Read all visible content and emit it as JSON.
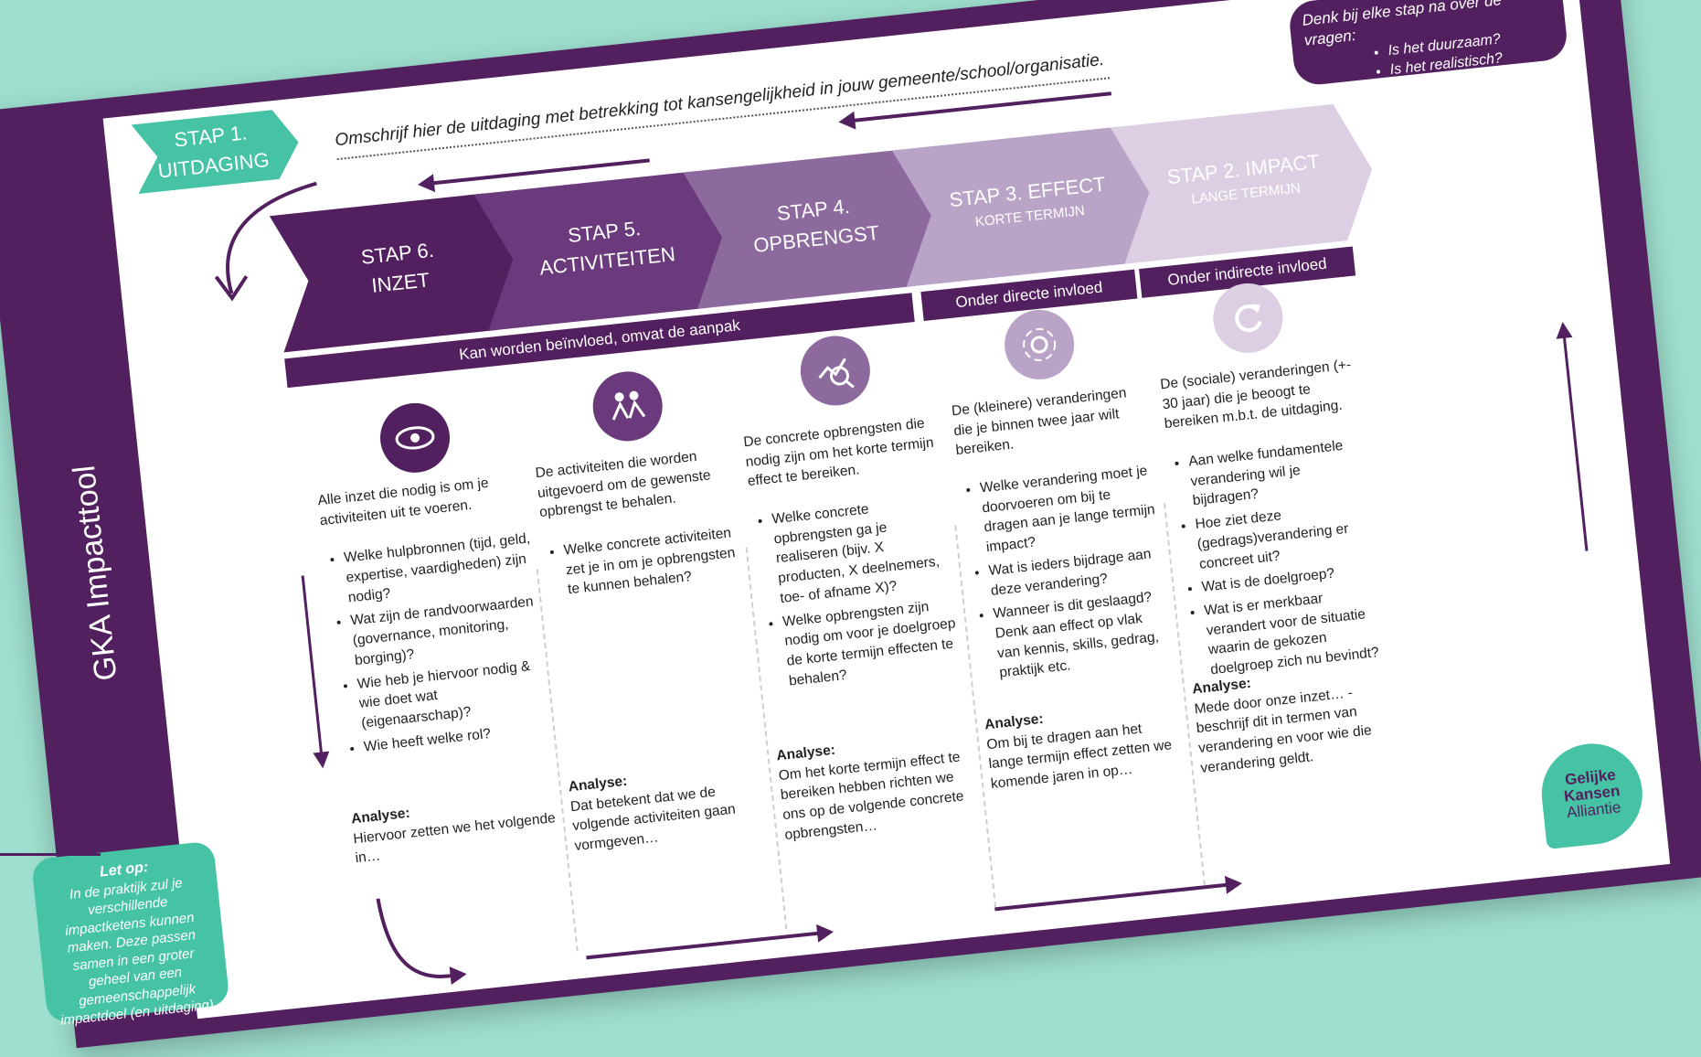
{
  "side_title": "GKA Impacttool",
  "callout": {
    "title": "Denk bij elke stap na over de vragen:",
    "items": [
      "Is het duurzaam?",
      "Is het realistisch?"
    ]
  },
  "challenge_text": "Omschrijf hier de uitdaging met betrekking tot kansengelijkheid in jouw gemeente/school/organisatie.",
  "steps": {
    "s1": {
      "title": "STAP 1.",
      "sub": "UITDAGING"
    },
    "s6": {
      "title": "STAP 6.",
      "sub": "INZET"
    },
    "s5": {
      "title": "STAP 5.",
      "sub": "ACTIVITEITEN"
    },
    "s4": {
      "title": "STAP 4.",
      "sub": "OPBRENGST"
    },
    "s3": {
      "title": "STAP 3. EFFECT",
      "sub": "KORTE TERMIJN"
    },
    "s2": {
      "title": "STAP 2. IMPACT",
      "sub": "LANGE TERMIJN"
    }
  },
  "bars": {
    "influence": "Kan worden beïnvloed, omvat de aanpak",
    "direct": "Onder directe invloed",
    "indirect": "Onder indirecte invloed"
  },
  "icons": [
    "eye-icon",
    "people-icon",
    "analytics-icon",
    "hands-gear-icon",
    "refresh-icon"
  ],
  "columns": [
    {
      "desc": "Alle inzet die nodig is om je activiteiten uit te voeren.",
      "bullets": [
        "Welke hulpbronnen (tijd, geld, expertise, vaardigheden) zijn nodig?",
        "Wat zijn de randvoorwaarden (governance, monitoring, borging)?",
        "Wie heb je hiervoor nodig & wie doet wat (eigenaarschap)?",
        "Wie heeft welke rol?"
      ],
      "analysis_label": "Analyse:",
      "analysis_text": "Hiervoor zetten we het volgende in…"
    },
    {
      "desc": "De activiteiten die worden uitgevoerd om de gewenste opbrengst te behalen.",
      "bullets": [
        "Welke concrete activiteiten zet je in om je opbrengsten te kunnen behalen?"
      ],
      "analysis_label": "Analyse:",
      "analysis_text": "Dat betekent dat we de volgende activiteiten gaan vormgeven…"
    },
    {
      "desc": "De concrete opbrengsten die nodig zijn om het korte termijn effect te bereiken.",
      "bullets": [
        "Welke concrete opbrengsten ga je realiseren (bijv. X producten, X deelnemers, toe- of afname X)?",
        "Welke opbrengsten zijn nodig om voor je doelgroep de korte termijn effecten te behalen?"
      ],
      "analysis_label": "Analyse:",
      "analysis_text": "Om het korte termijn effect te bereiken hebben richten we ons op de volgende concrete opbrengsten…"
    },
    {
      "desc": "De (kleinere) veranderingen die je binnen twee jaar wilt bereiken.",
      "bullets": [
        "Welke verandering moet je doorvoeren om bij te dragen aan je lange termijn impact?",
        "Wat is ieders bijdrage aan deze verandering?",
        "Wanneer is dit geslaagd? Denk aan effect op vlak van kennis, skills, gedrag, praktijk etc."
      ],
      "analysis_label": "Analyse:",
      "analysis_text": "Om bij te dragen aan het lange termijn effect zetten we komende jaren in op…"
    },
    {
      "desc": "De (sociale) veranderingen (+- 30 jaar) die je beoogt te bereiken m.b.t. de uitdaging.",
      "bullets": [
        "Aan welke fundamentele verandering wil je bijdragen?",
        "Hoe ziet deze (gedrags)verandering er concreet uit?",
        "Wat is de doelgroep?",
        "Wat is er merkbaar verandert voor de situatie waarin de gekozen doelgroep zich nu bevindt?"
      ],
      "analysis_label": "Analyse:",
      "analysis_text": "Mede door onze inzet… - beschrijf dit in termen van verandering en voor wie die verandering geldt."
    }
  ],
  "let_op": {
    "title": "Let op:",
    "text": "In de praktijk zul je verschillende impactketens kunnen maken. Deze passen samen in een groter geheel van een gemeenschappelijk impactdoel (en uitdaging)."
  },
  "logo": {
    "line1": "Gelijke",
    "line2": "Kansen",
    "line3": "Alliantie"
  },
  "colors": {
    "background": "#9fdfcf",
    "dark_purple": "#53205f",
    "purple_2": "#6a3a7c",
    "purple_3": "#8d6a9e",
    "purple_4": "#b9a3c6",
    "purple_5": "#dccfe4",
    "teal": "#45c3a4"
  }
}
